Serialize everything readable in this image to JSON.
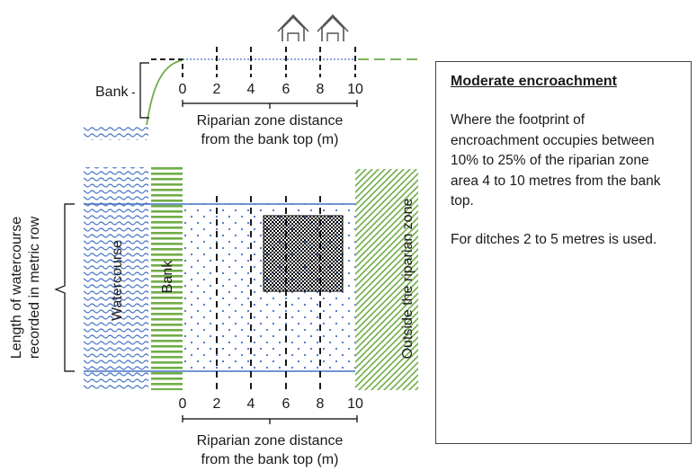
{
  "diagram": {
    "top_bank_label": "Bank",
    "top_axis_ticks": [
      "0",
      "2",
      "4",
      "6",
      "8",
      "10"
    ],
    "top_axis_label_line1": "Riparian zone distance",
    "top_axis_label_line2": "from the bank top (m)",
    "watercourse_label": "Watercourse",
    "bank_label": "Bank",
    "outside_label": "Outside the riparian zone",
    "length_label_line1": "Length of watercourse",
    "length_label_line2": "recorded in metric row",
    "bottom_axis_ticks": [
      "0",
      "2",
      "4",
      "6",
      "8",
      "10"
    ],
    "bottom_axis_label_line1": "Riparian zone distance",
    "bottom_axis_label_line2": "from the bank top (m)",
    "house_icons": [
      "house-icon",
      "house-icon"
    ],
    "colors": {
      "water": "#4472c4",
      "bank": "#70ad47",
      "outline": "#000000"
    }
  },
  "panel": {
    "title": "Moderate encroachment",
    "paragraph1": "Where the footprint of encroachment occupies between 10% to 25% of the riparian zone area 4 to 10 metres from the bank top.",
    "paragraph2": "For ditches 2 to 5 metres is used."
  }
}
